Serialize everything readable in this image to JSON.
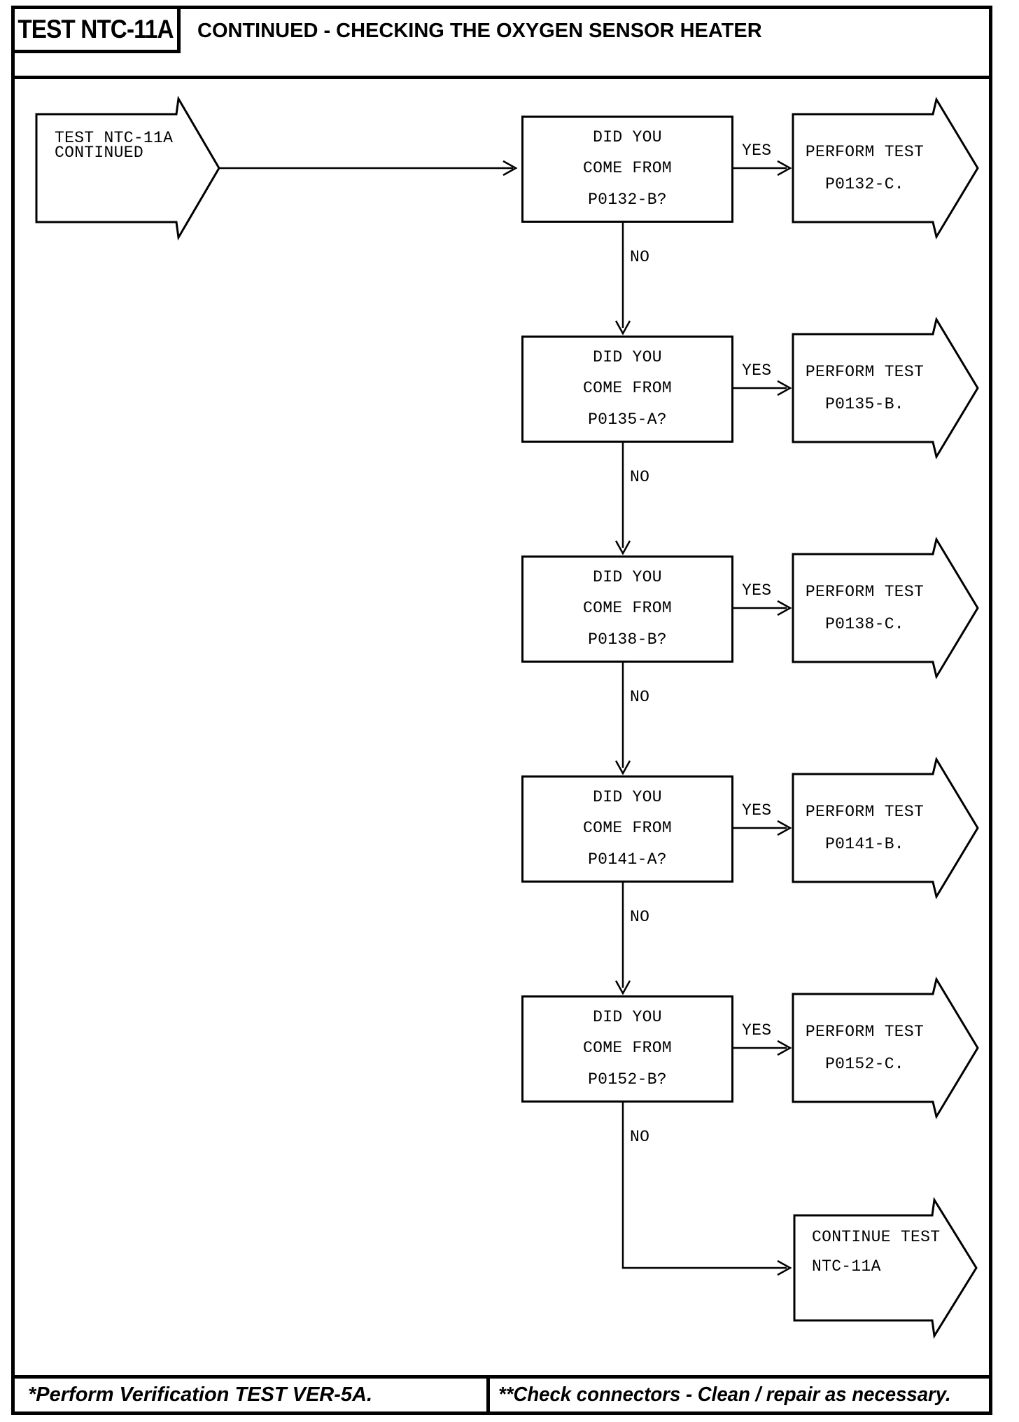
{
  "header": {
    "test_id": "TEST NTC-11A",
    "title": "CONTINUED - CHECKING THE OXYGEN SENSOR HEATER"
  },
  "start_banner": {
    "line1": "TEST NTC-11A",
    "line2": "CONTINUED"
  },
  "labels": {
    "yes": "YES",
    "no": "NO"
  },
  "decisions": [
    {
      "question_line1": "DID YOU",
      "question_line2": "COME FROM",
      "question_line3": "P0132-B?",
      "yes_action_line1": "PERFORM TEST",
      "yes_action_line2": "P0132-C."
    },
    {
      "question_line1": "DID YOU",
      "question_line2": "COME FROM",
      "question_line3": "P0135-A?",
      "yes_action_line1": "PERFORM TEST",
      "yes_action_line2": "P0135-B."
    },
    {
      "question_line1": "DID YOU",
      "question_line2": "COME FROM",
      "question_line3": "P0138-B?",
      "yes_action_line1": "PERFORM TEST",
      "yes_action_line2": "P0138-C."
    },
    {
      "question_line1": "DID YOU",
      "question_line2": "COME FROM",
      "question_line3": "P0141-A?",
      "yes_action_line1": "PERFORM TEST",
      "yes_action_line2": "P0141-B."
    },
    {
      "question_line1": "DID YOU",
      "question_line2": "COME FROM",
      "question_line3": "P0152-B?",
      "yes_action_line1": "PERFORM TEST",
      "yes_action_line2": "P0152-C."
    }
  ],
  "end_banner": {
    "line1": "CONTINUE TEST",
    "line2": "NTC-11A"
  },
  "footer": {
    "left_note": "*Perform Verification TEST VER-5A.",
    "right_note": "**Check connectors - Clean / repair as necessary."
  },
  "colors": {
    "ink": "#000000",
    "paper": "#ffffff"
  }
}
